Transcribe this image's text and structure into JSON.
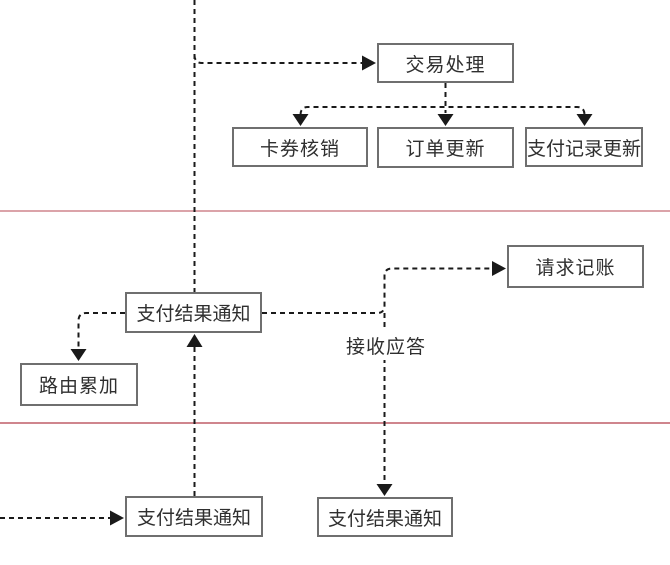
{
  "nodes": {
    "transaction_processing": "交易处理",
    "coupon_verification": "卡券核销",
    "order_update": "订单更新",
    "payment_record_update": "支付记录更新",
    "request_accounting": "请求记账",
    "payment_result_notice_mid": "支付结果通知",
    "route_accumulation": "路由累加",
    "payment_result_notice_bottom_left": "支付结果通知",
    "payment_result_notice_bottom_right": "支付结果通知"
  },
  "labels": {
    "receive_response": "接收应答"
  },
  "colors": {
    "lane_divider": "#cf858d",
    "box_border": "#6f6f6f",
    "connector": "#1a1a1a",
    "text": "#2f2f2f",
    "background": "#ffffff"
  }
}
